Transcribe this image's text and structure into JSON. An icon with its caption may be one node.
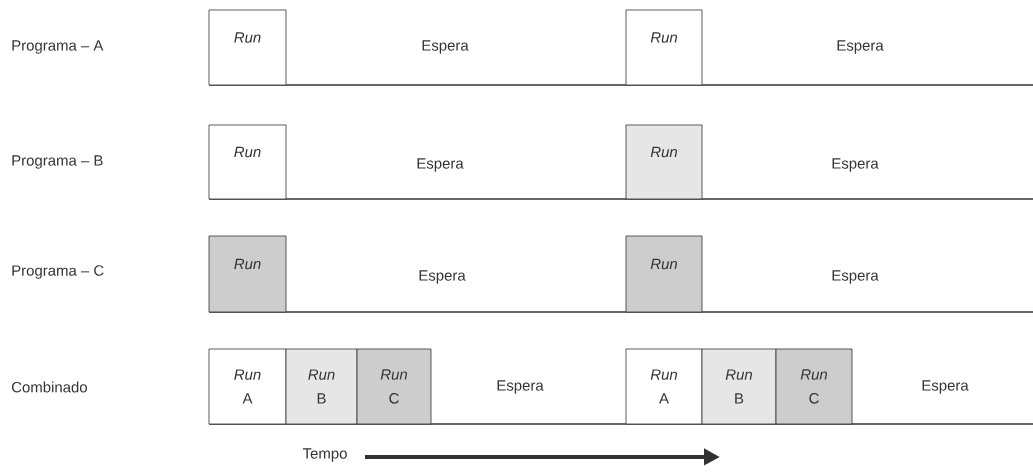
{
  "diagram": {
    "nodes": [
      {
        "text": [
          "Run"
        ]
      },
      {
        "text": [
          "Run"
        ]
      },
      {
        "text": [
          "Run"
        ]
      },
      {
        "text": [
          "Run"
        ]
      },
      {
        "text": [
          "Run"
        ]
      },
      {
        "text": [
          "Run"
        ]
      },
      {
        "text": [
          "*Run* A"
        ]
      },
      {
        "text": [
          "*Run* B"
        ]
      },
      {
        "text": [
          "*Run* C"
        ]
      },
      {
        "text": [
          "*Run* A"
        ]
      },
      {
        "text": [
          "*Run* B"
        ]
      },
      {
        "text": [
          "*Run* C"
        ]
      }
    ],
    "labels": [
      "Programa – A",
      "Espera",
      "Espera",
      "Programa – B",
      "Espera",
      "Espera",
      "Programa – C",
      "Espera",
      "Espera",
      "Combinado",
      "Espera",
      "Espera",
      "Tempo"
    ]
  }
}
